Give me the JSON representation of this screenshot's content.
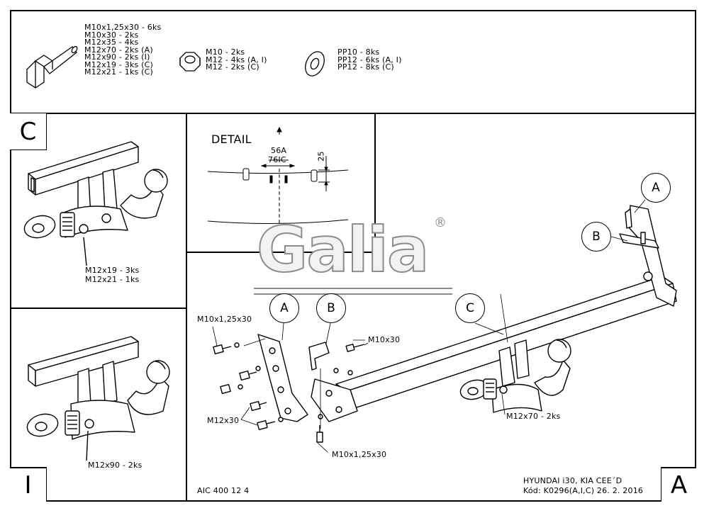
{
  "hardware": {
    "bolts": [
      "M10x1,25x30 - 6ks",
      "M10x30 - 2ks",
      "M12x35 - 4ks",
      "M12x70 - 2ks (A)",
      "M12x90 - 2ks (I)",
      "M12x19 - 3ks (C)",
      "M12x21 - 1ks (C)"
    ],
    "nuts": [
      "M10 - 2ks",
      "M12 - 4ks (A, I)",
      "M12 - 2ks (C)"
    ],
    "washers": [
      "PP10 - 8ks",
      "PP12 - 6ks (A, I)",
      "PP12 - 8ks (C)"
    ]
  },
  "panel_c": {
    "letter": "C",
    "bolts": [
      "M12x19 - 3ks",
      "M12x21 - 1ks"
    ]
  },
  "panel_i": {
    "letter": "I",
    "bolt": "M12x90 - 2ks"
  },
  "detail": {
    "title": "DETAIL",
    "dim_a": "56A",
    "dim_c": "76IC",
    "dim_v": "25"
  },
  "logo": {
    "text": "Galia",
    "reg": "®"
  },
  "main": {
    "callout_a": "A",
    "callout_b": "B",
    "callout_c": "C",
    "label_m10x125x30_top": "M10x1,25x30",
    "label_m10x30": "M10x30",
    "label_m12x30": "M12x30",
    "label_m10x125x30_bottom": "M10x1,25x30",
    "label_m12x70": "M12x70 - 2ks"
  },
  "footer": {
    "code": "AIC 400 12 4",
    "vehicle": "HYUNDAI i30, KIA CEE´D",
    "kod": "Kód: K0296(A,I,C)  26. 2. 2016",
    "letter": "A"
  }
}
